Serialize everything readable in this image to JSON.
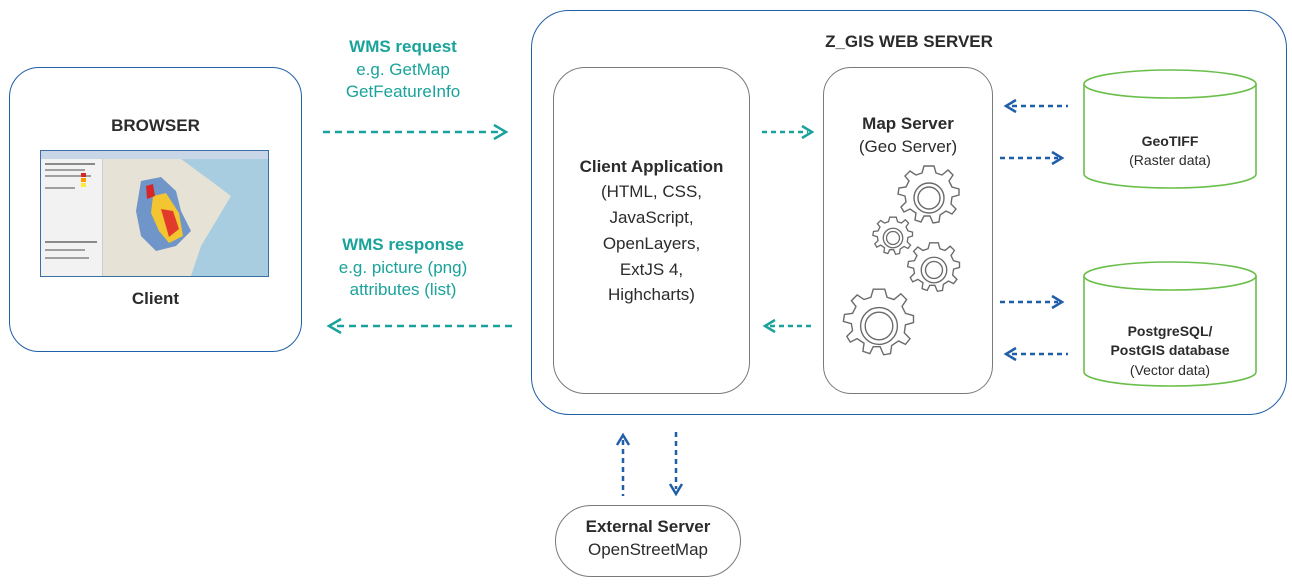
{
  "browser": {
    "title": "BROWSER",
    "caption": "Client"
  },
  "wms_request": {
    "label": "WMS request",
    "line1": "e.g. GetMap",
    "line2": "GetFeatureInfo"
  },
  "wms_response": {
    "label": "WMS response",
    "line1": "e.g. picture (png)",
    "line2": "attributes (list)"
  },
  "web_server": {
    "title": "Z_GIS WEB SERVER"
  },
  "client_app": {
    "title": "Client Application",
    "lines": [
      "(HTML, CSS,",
      "JavaScript,",
      "OpenLayers,",
      "ExtJS 4,",
      "Highcharts)"
    ]
  },
  "map_server": {
    "title": "Map Server",
    "subtitle": "(Geo Server)"
  },
  "geotiff": {
    "title": "GeoTIFF",
    "subtitle": "(Raster data)"
  },
  "postgres": {
    "title_line1": "PostgreSQL/",
    "title_line2": "PostGIS database",
    "subtitle": "(Vector data)"
  },
  "external": {
    "title": "External Server",
    "subtitle": "OpenStreetMap"
  },
  "colors": {
    "teal": "#1aa39a",
    "blue": "#1f5fa8",
    "green": "#6abf4b",
    "gray_border": "#7a7a7a",
    "text": "#2b2b2b"
  }
}
